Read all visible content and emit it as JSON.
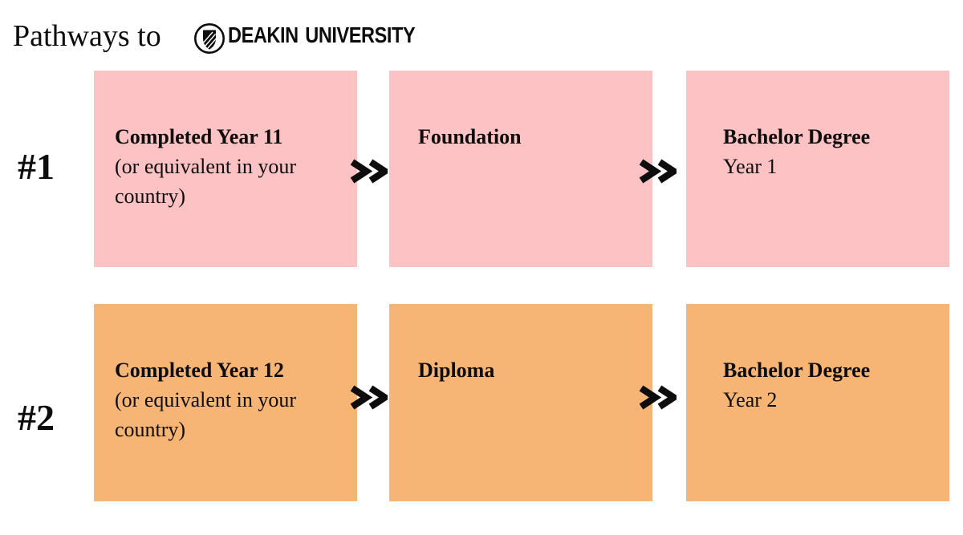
{
  "title": {
    "prefix": "Pathways to",
    "brand": "DEAKIN UNIVERSITY",
    "logo_icon": "deakin-shield-logo"
  },
  "colors": {
    "background": "#FFFFFF",
    "row1_box": "#FDC2C3",
    "row2_box": "#F6B574",
    "text": "#0D0D0D"
  },
  "arrow_icon": "double-chevron-right",
  "pathways": [
    {
      "label": "#1",
      "steps": [
        {
          "heading": "Completed Year 11",
          "subtext": "(or equivalent in your country)"
        },
        {
          "heading": "Foundation",
          "subtext": ""
        },
        {
          "heading": "Bachelor Degree",
          "subtext": "Year 1"
        }
      ]
    },
    {
      "label": "#2",
      "steps": [
        {
          "heading": "Completed Year 12",
          "subtext": "(or equivalent in your country)"
        },
        {
          "heading": "Diploma",
          "subtext": ""
        },
        {
          "heading": "Bachelor Degree",
          "subtext": "Year 2"
        }
      ]
    }
  ]
}
